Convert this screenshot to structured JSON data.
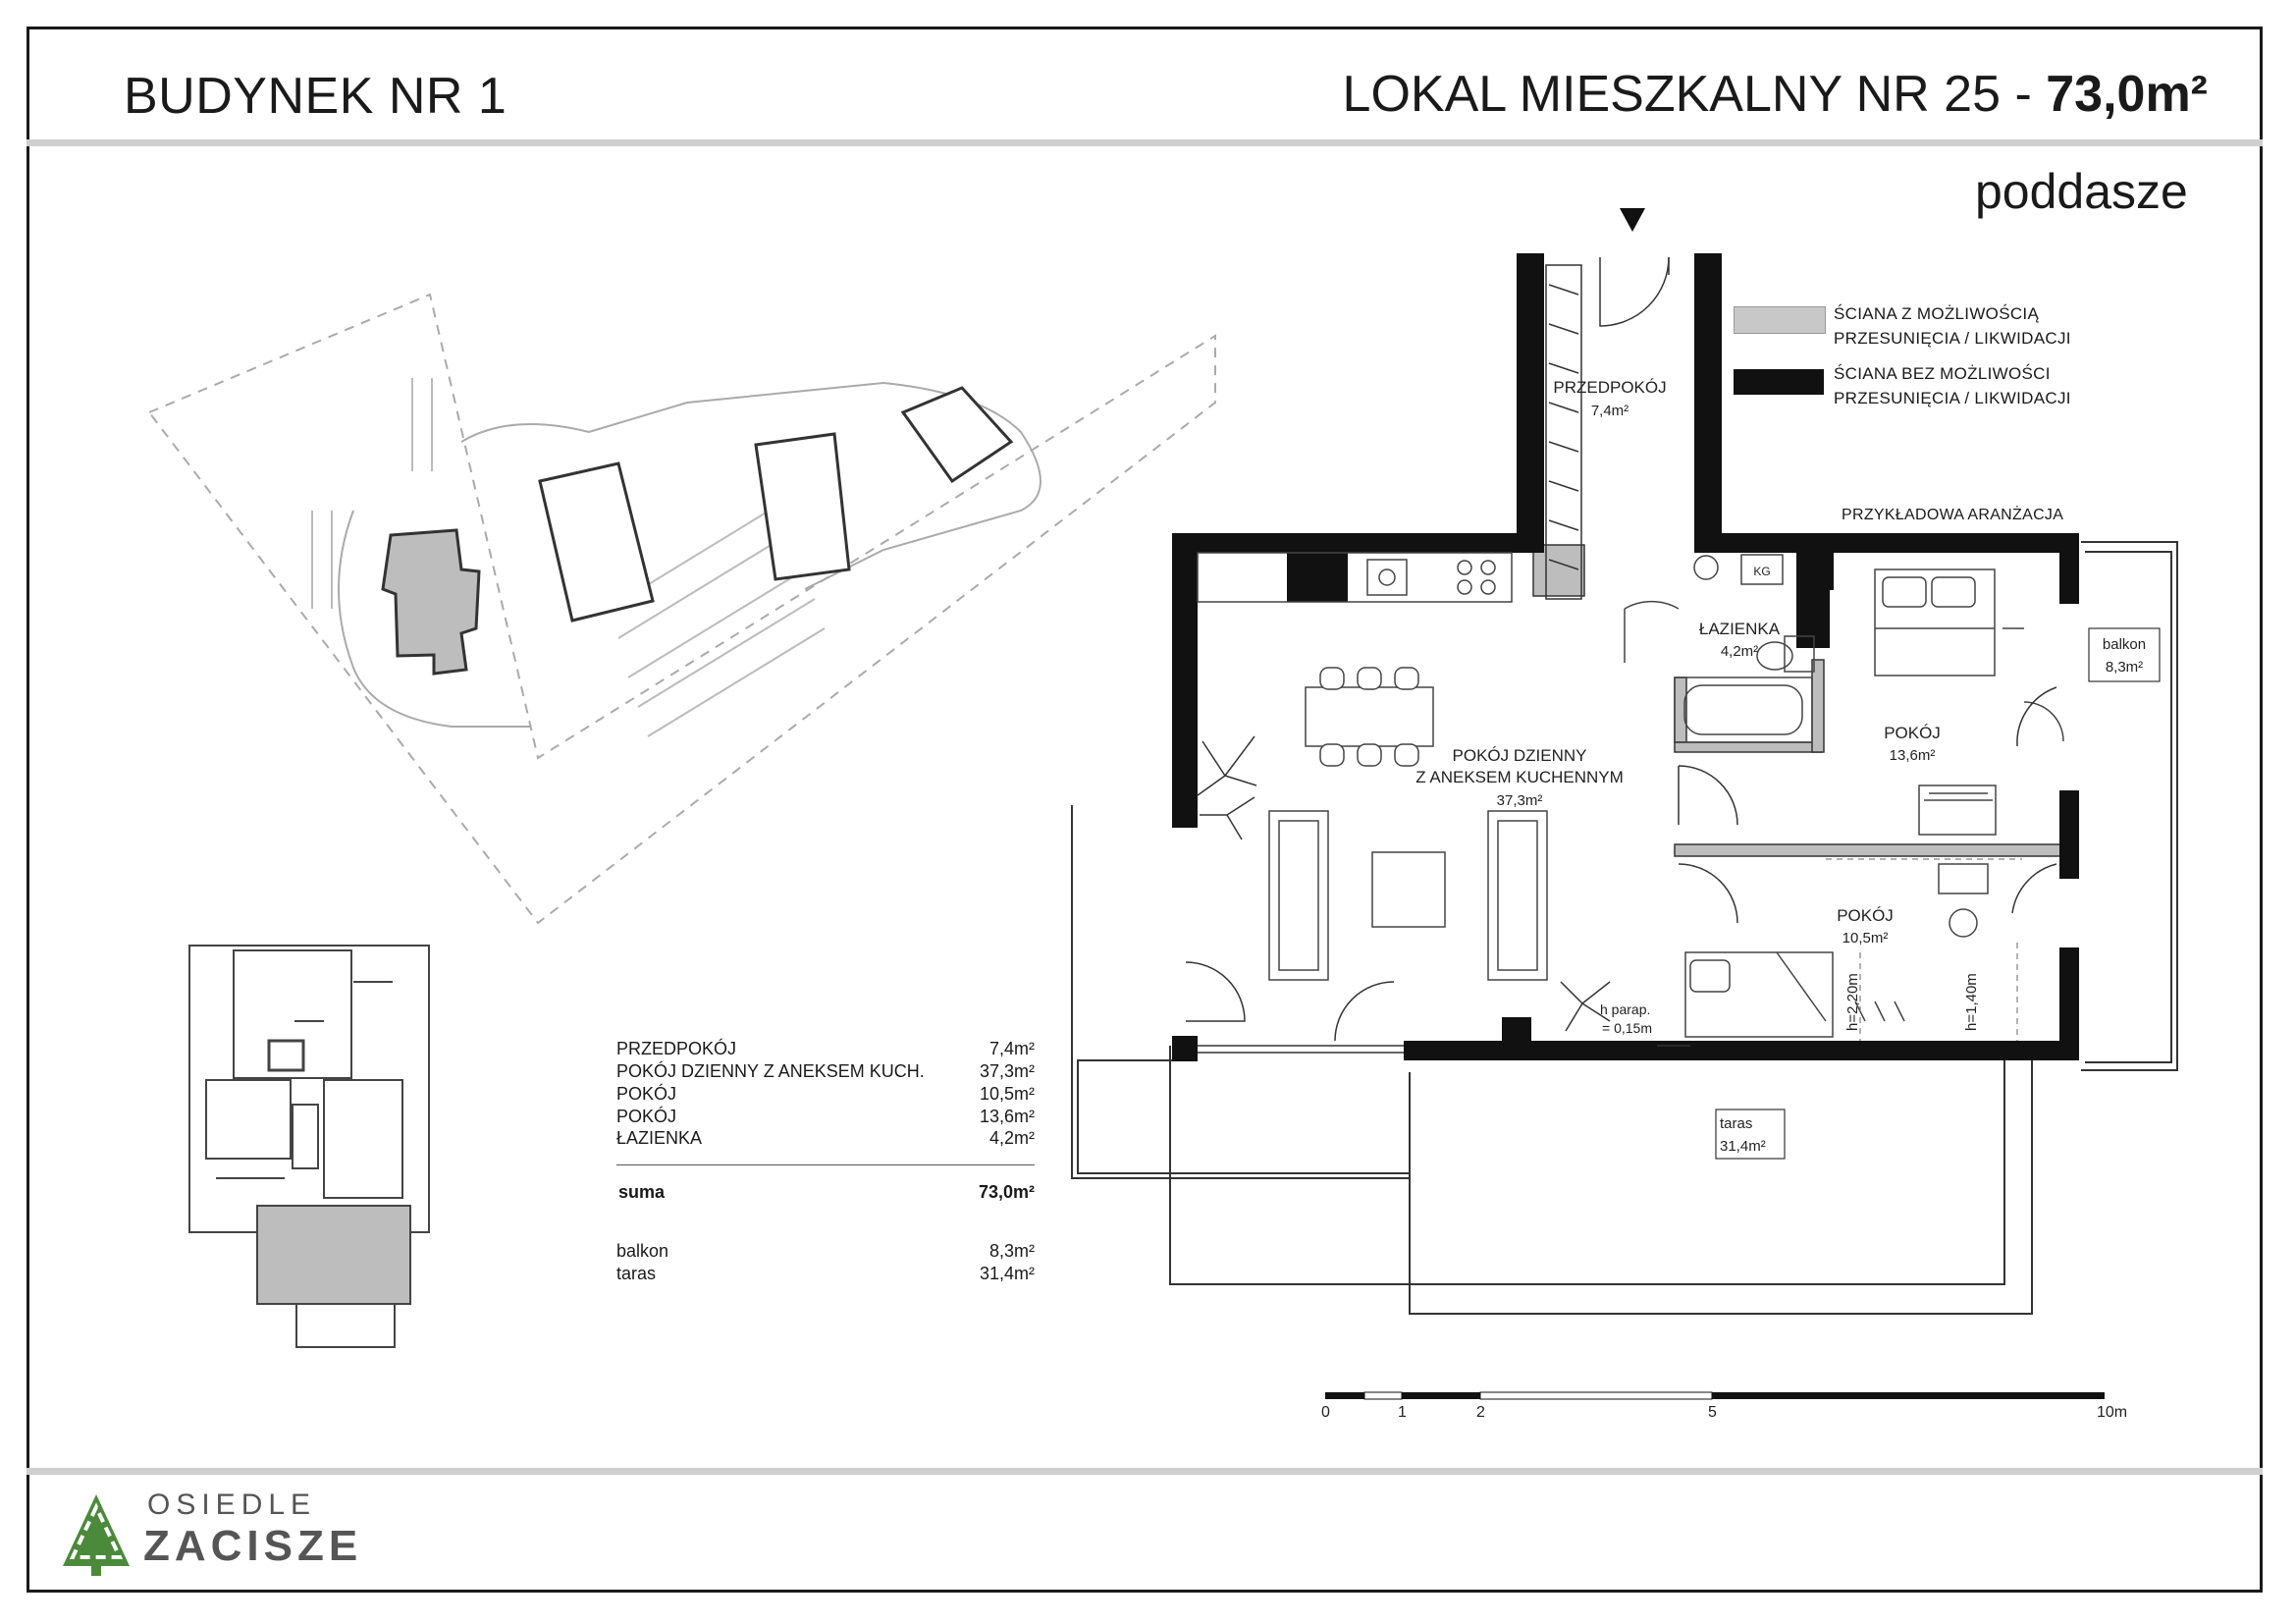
{
  "header": {
    "building": "BUDYNEK NR 1",
    "unit_prefix": "LOKAL MIESZKALNY NR 25 - ",
    "unit_area": "73,0m²",
    "floor": "poddasze"
  },
  "legend": {
    "items": [
      {
        "line1": "ŚCIANA Z MOŻLIWOŚCIĄ",
        "line2": "PRZESUNIĘCIA / LIKWIDACJI",
        "color": "#c8c8c8"
      },
      {
        "line1": "ŚCIANA BEZ MOŻLIWOŚCI",
        "line2": "PRZESUNIĘCIA / LIKWIDACJI",
        "color": "#111111"
      }
    ],
    "arrangement": "PRZYKŁADOWA ARANŻACJA"
  },
  "rooms": {
    "hall": {
      "name": "PRZEDPOKÓJ",
      "area": "7,4m²"
    },
    "living": {
      "line1": "POKÓJ DZIENNY",
      "line2": "Z ANEKSEM KUCHENNYM",
      "area": "37,3m²"
    },
    "bath": {
      "name": "ŁAZIENKA",
      "area": "4,2m²"
    },
    "room1": {
      "name": "POKÓJ",
      "area": "13,6m²"
    },
    "room2": {
      "name": "POKÓJ",
      "area": "10,5m²"
    },
    "balcony": {
      "name": "balkon",
      "area": "8,3m²"
    },
    "terrace": {
      "name": "taras",
      "area": "31,4m²"
    },
    "kg": "KG",
    "h_parap_1": "h parap.",
    "h_parap_2": "= 0,15m",
    "h1": "h=2,20m",
    "h2": "h=1,40m"
  },
  "area_table": {
    "rows": [
      {
        "name": "PRZEDPOKÓJ",
        "value": "7,4m²"
      },
      {
        "name": "POKÓJ DZIENNY Z ANEKSEM KUCH.",
        "value": "37,3m²"
      },
      {
        "name": "POKÓJ",
        "value": "10,5m²"
      },
      {
        "name": "POKÓJ",
        "value": "13,6m²"
      },
      {
        "name": "ŁAZIENKA",
        "value": "4,2m²"
      }
    ],
    "sum": {
      "name": "suma",
      "value": "73,0m²"
    },
    "extra": [
      {
        "name": "balkon",
        "value": "8,3m²"
      },
      {
        "name": "taras",
        "value": "31,4m²"
      }
    ]
  },
  "scale": {
    "labels": [
      "0",
      "1",
      "2",
      "5",
      "10m"
    ]
  },
  "logo": {
    "line1": "OSIEDLE",
    "line2": "ZACISZE",
    "color": "#4a8a3a"
  }
}
